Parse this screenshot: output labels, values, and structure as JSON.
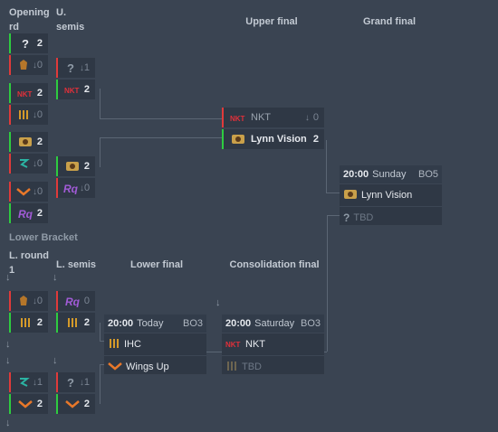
{
  "headers": {
    "opening": "Opening rd",
    "usemis": "U. semis",
    "upperfinal": "Upper final",
    "grandfinal": "Grand final",
    "lowerbracket": "Lower Bracket",
    "lround1": "L. round 1",
    "lsemis": "L. semis",
    "lowerfinal": "Lower final",
    "consolation": "Consolidation final"
  },
  "upper_final": {
    "team1": {
      "name": "NKT",
      "score": "0"
    },
    "team2": {
      "name": "Lynn Vision",
      "score": "2"
    }
  },
  "grand_final": {
    "time": "20:00",
    "day": "Sunday",
    "bo": "BO5",
    "team1": "Lynn Vision",
    "team2": "TBD"
  },
  "lower_final": {
    "time": "20:00",
    "day": "Today",
    "bo": "BO3",
    "team1": "IHC",
    "team2": "Wings Up"
  },
  "consolation": {
    "time": "20:00",
    "day": "Saturday",
    "bo": "BO3",
    "team1": "NKT",
    "team2": "TBD"
  },
  "scores": {
    "or1a": "2",
    "or1b": "0",
    "or2a": "2",
    "or2b": "0",
    "or3a": "2",
    "or3b": "0",
    "or4a": "0",
    "or4b": "2",
    "us1a": "1",
    "us1b": "2",
    "us2a": "2",
    "us2b": "0",
    "lr1a": "0",
    "lr1b": "2",
    "lr2a": "1",
    "lr2b": "2",
    "ls1a": "0",
    "ls1b": "2",
    "ls2a": "1",
    "ls2b": "2"
  },
  "colors": {
    "win": "#2ecc40",
    "loss": "#e03a3a",
    "bg": "#3a4452"
  }
}
